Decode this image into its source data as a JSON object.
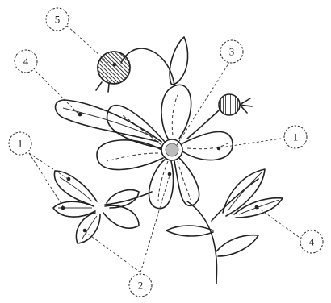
{
  "callouts": [
    {
      "id": "c5",
      "number": "5"
    },
    {
      "id": "c4a",
      "number": "4"
    },
    {
      "id": "c3",
      "number": "3"
    },
    {
      "id": "c1a",
      "number": "1"
    },
    {
      "id": "c1b",
      "number": "1"
    },
    {
      "id": "c4b",
      "number": "4"
    },
    {
      "id": "c2",
      "number": "2"
    }
  ],
  "colors": {
    "ink": "#222222",
    "hatch": "#222222",
    "background": "#ffffff"
  }
}
